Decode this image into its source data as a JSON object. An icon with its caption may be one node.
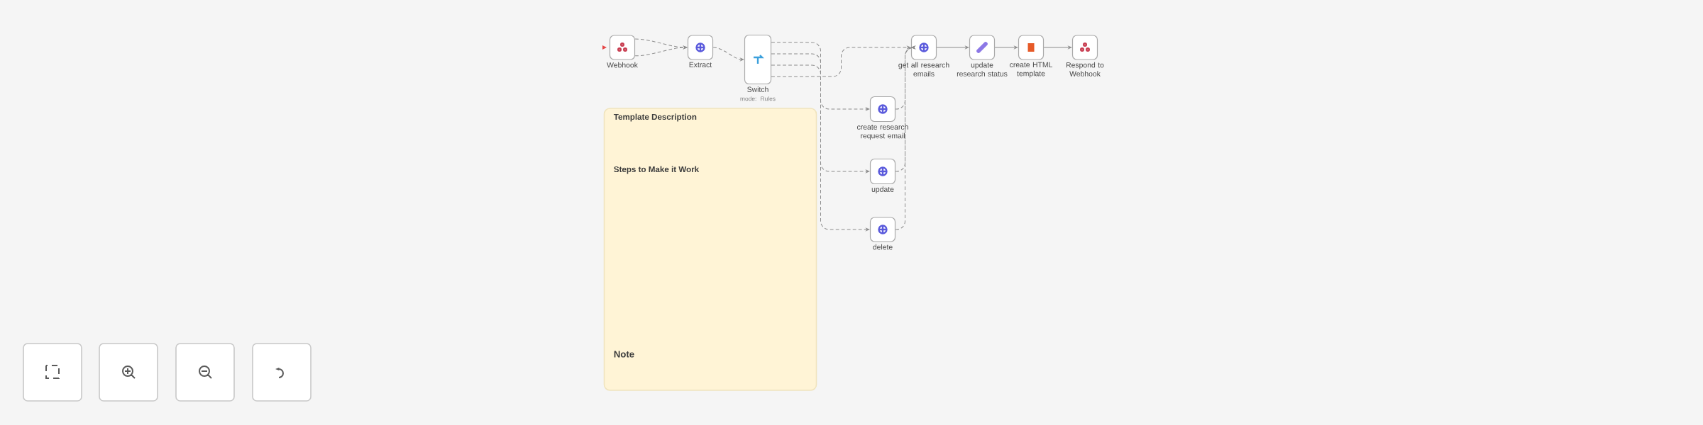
{
  "diagram": {
    "nodes": [
      {
        "text": [
          "Webhook"
        ]
      },
      {
        "text": [
          "Extract"
        ]
      },
      {
        "text": [
          "Switch",
          "mode: Rules"
        ]
      },
      {
        "text": [
          "get all research emails"
        ]
      },
      {
        "text": [
          "update research status"
        ]
      },
      {
        "text": [
          "create HTML template"
        ]
      },
      {
        "text": [
          "Respond to Webhook"
        ]
      },
      {
        "text": [
          "create research request email"
        ]
      },
      {
        "text": [
          "update"
        ]
      },
      {
        "text": [
          "delete"
        ]
      },
      {
        "text": [
          "Template Description",
          "Steps to Make it Work",
          "Note"
        ]
      }
    ],
    "edges": [
      {
        "from": 0,
        "to": 1,
        "arrow": "to",
        "style": "dashed"
      },
      {
        "from": 0,
        "to": 1,
        "arrow": "to",
        "style": "dashed"
      },
      {
        "from": 1,
        "to": 2,
        "arrow": "to",
        "style": "dashed"
      },
      {
        "from": 2,
        "to": 7,
        "arrow": "to",
        "style": "dashed"
      },
      {
        "from": 2,
        "to": 8,
        "arrow": "to",
        "style": "dashed"
      },
      {
        "from": 2,
        "to": 9,
        "arrow": "to",
        "style": "dashed"
      },
      {
        "from": 2,
        "to": 3,
        "arrow": "to",
        "style": "dashed"
      },
      {
        "from": 7,
        "to": 3,
        "arrow": "to",
        "style": "dashed"
      },
      {
        "from": 8,
        "to": 3,
        "arrow": "to",
        "style": "dashed"
      },
      {
        "from": 9,
        "to": 3,
        "arrow": "to",
        "style": "dashed"
      },
      {
        "from": 3,
        "to": 4,
        "arrow": "to"
      },
      {
        "from": 4,
        "to": 5,
        "arrow": "to"
      },
      {
        "from": 5,
        "to": 6,
        "arrow": "to"
      }
    ]
  }
}
